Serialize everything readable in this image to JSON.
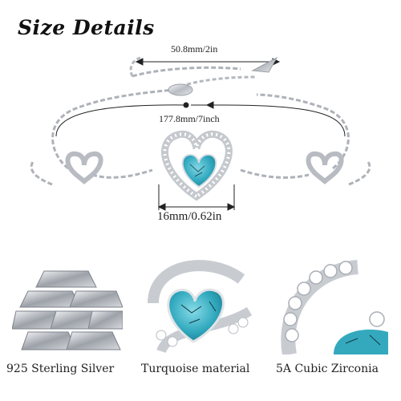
{
  "title": "Size Details",
  "dimensions": {
    "extender": "50.8mm/2in",
    "length": "177.8mm/7inch",
    "pendant": "16mm/0.62in"
  },
  "features": [
    {
      "label": "925 Sterling Silver",
      "icon": "silver-bars-icon"
    },
    {
      "label": "Turquoise material",
      "icon": "turquoise-heart-icon"
    },
    {
      "label": "5A Cubic Zirconia",
      "icon": "zirconia-stones-icon"
    }
  ],
  "colors": {
    "silver": "#c9ccd1",
    "turquoise": "#3fb4c8",
    "text": "#1a1a1a"
  }
}
